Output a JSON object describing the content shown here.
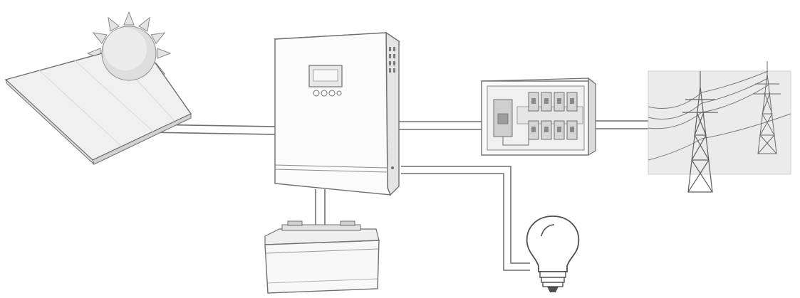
{
  "diagram": {
    "nodes": [
      {
        "id": "solar-panel",
        "icon": "solar-panel-icon"
      },
      {
        "id": "sun",
        "icon": "sun-icon"
      },
      {
        "id": "inverter",
        "icon": "inverter-icon"
      },
      {
        "id": "distribution-box",
        "icon": "breaker-box-icon"
      },
      {
        "id": "utility-grid",
        "icon": "power-tower-icon"
      },
      {
        "id": "battery",
        "icon": "battery-icon"
      },
      {
        "id": "load",
        "icon": "light-bulb-icon"
      }
    ],
    "edges": [
      {
        "from": "solar-panel",
        "to": "inverter"
      },
      {
        "from": "inverter",
        "to": "distribution-box"
      },
      {
        "from": "distribution-box",
        "to": "utility-grid"
      },
      {
        "from": "inverter",
        "to": "battery"
      },
      {
        "from": "inverter",
        "to": "load"
      }
    ],
    "colors": {
      "line": "#6f6f6f",
      "fill_light": "#f2f2f2",
      "fill_mid": "#dcdcdc",
      "grid_bg": "#e9e9e9",
      "sun": "#e2e2e2"
    }
  }
}
